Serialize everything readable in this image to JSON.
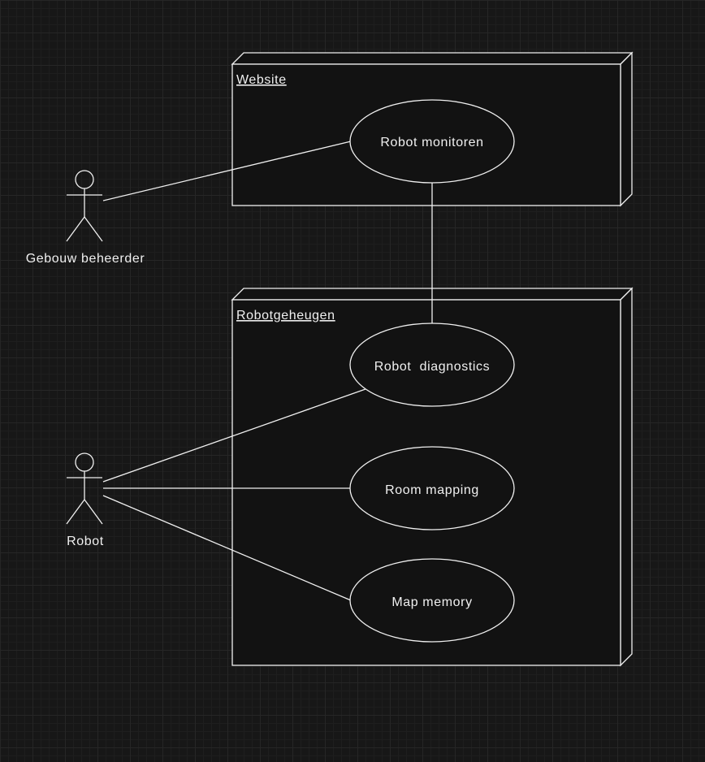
{
  "diagram": {
    "nodes": [
      {
        "id": "website",
        "type": "node",
        "label": "Website"
      },
      {
        "id": "robotgeheugen",
        "type": "node",
        "label": "Robotgeheugen"
      }
    ],
    "use_cases": [
      {
        "id": "uc-monitoren",
        "label": "Robot monitoren",
        "container": "website"
      },
      {
        "id": "uc-diagnostics",
        "label": "Robot  diagnostics",
        "container": "robotgeheugen"
      },
      {
        "id": "uc-mapping",
        "label": "Room mapping",
        "container": "robotgeheugen"
      },
      {
        "id": "uc-memory",
        "label": "Map memory",
        "container": "robotgeheugen"
      }
    ],
    "actors": [
      {
        "id": "actor-beheerder",
        "label": "Gebouw beheerder"
      },
      {
        "id": "actor-robot",
        "label": "Robot"
      }
    ],
    "associations": [
      {
        "from": "actor-beheerder",
        "to": "uc-monitoren"
      },
      {
        "from": "uc-monitoren",
        "to": "uc-diagnostics"
      },
      {
        "from": "actor-robot",
        "to": "uc-diagnostics"
      },
      {
        "from": "actor-robot",
        "to": "uc-mapping"
      },
      {
        "from": "actor-robot",
        "to": "uc-memory"
      }
    ]
  }
}
